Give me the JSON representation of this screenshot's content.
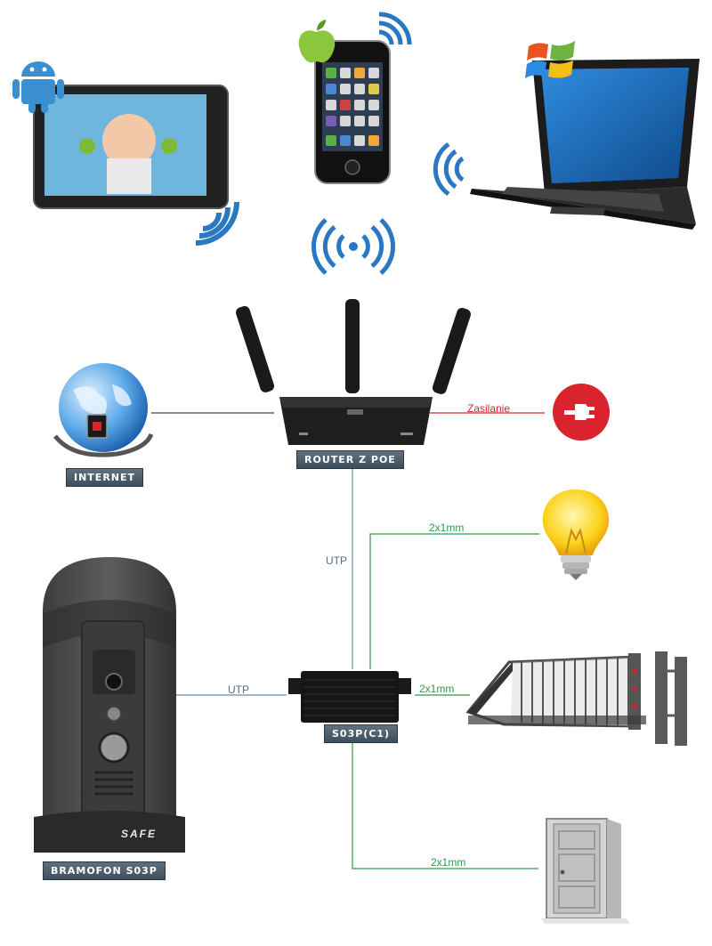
{
  "labels": {
    "router": "ROUTER Z POE",
    "internet": "INTERNET",
    "module": "S03P(C1)",
    "doorbell": "BRAMOFON S03P"
  },
  "wires": {
    "power": "Zasilanie",
    "utp_vertical": "UTP",
    "utp_horizontal": "UTP",
    "light": "2x1mm",
    "gate": "2x1mm",
    "door": "2x1mm"
  },
  "brand": {
    "doorbell_logo": "SAFE"
  },
  "colors": {
    "power_line": "#d9232d",
    "utp_line": "#6f8ba3",
    "relay_line": "#2e9a4a",
    "internet_line": "#5a3a4e",
    "tag_bg": "#4c5b68"
  },
  "icons": [
    "android-icon",
    "apple-icon",
    "windows-icon",
    "wifi-icon",
    "globe-icon",
    "power-plug-icon",
    "light-bulb-icon"
  ]
}
